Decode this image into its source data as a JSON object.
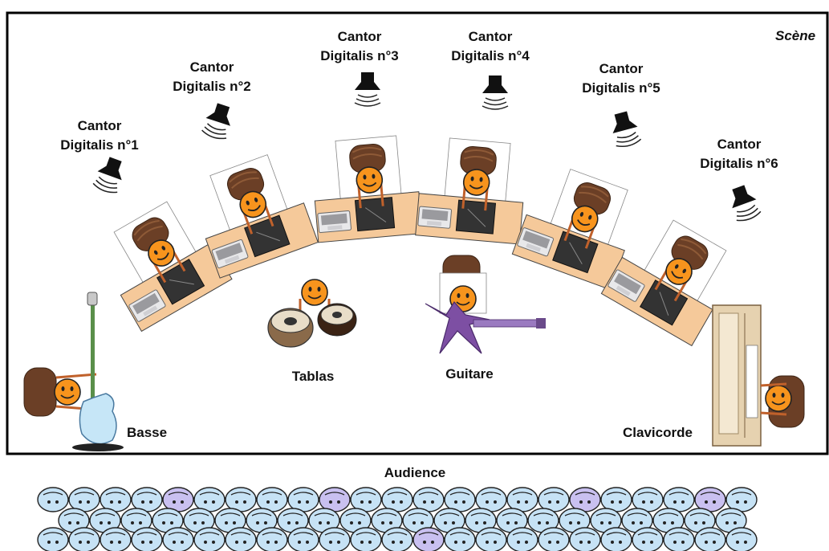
{
  "stage": {
    "label": "Scène"
  },
  "speakers": [
    {
      "line1": "Cantor",
      "line2": "Digitalis n°1"
    },
    {
      "line1": "Cantor",
      "line2": "Digitalis n°2"
    },
    {
      "line1": "Cantor",
      "line2": "Digitalis n°3"
    },
    {
      "line1": "Cantor",
      "line2": "Digitalis n°4"
    },
    {
      "line1": "Cantor",
      "line2": "Digitalis n°5"
    },
    {
      "line1": "Cantor",
      "line2": "Digitalis n°6"
    }
  ],
  "instruments": {
    "bass": "Basse",
    "tablas": "Tablas",
    "guitar": "Guitare",
    "clavichord": "Clavicorde"
  },
  "audience": {
    "label": "Audience"
  },
  "colors": {
    "face": "#f7941d",
    "desk": "#f5c99a",
    "chair": "#6b3f26",
    "audience_face": "#c6e2f5",
    "audience_face_alt": "#c9c0f0",
    "guitar": "#7d4fa3"
  }
}
